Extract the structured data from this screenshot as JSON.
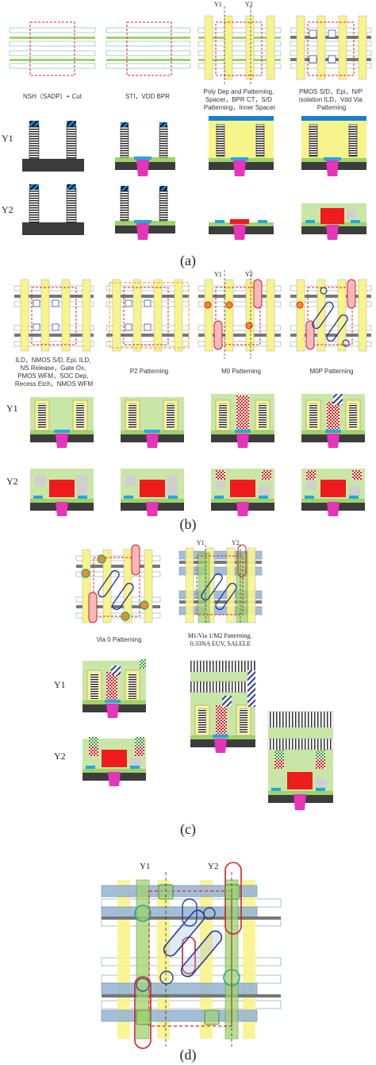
{
  "panel_labels": {
    "a": "(a)",
    "b": "(b)",
    "c": "(c)",
    "d": "(d)"
  },
  "cut_labels": {
    "y1": "Y1",
    "y2": "Y2"
  },
  "a": {
    "captions": [
      [
        "NSH（SADP）+ Cut"
      ],
      [
        "STI，VDD BPR"
      ],
      [
        "Poly Dep and Patterning,",
        "Spacer，BPR CT，S/D",
        "Patterning，Inner Spacer"
      ],
      [
        "PMOS S/D，Epi，N/P",
        "isolation ILD，Vdd Via",
        "Patterning"
      ]
    ]
  },
  "b": {
    "captions": [
      [
        "ILD，NMOS S/D, Epi, ILD,",
        "NS Release，Gate Ox,",
        "PMOS WFM，SOC Dep,",
        "Recess Etch，NMOS WFM"
      ],
      [
        "P2 Patterning"
      ],
      [
        "M0 Patterning"
      ],
      [
        "M0P Patterning"
      ]
    ]
  },
  "c": {
    "captions": [
      [
        "Via 0 Patterning"
      ],
      [
        "M1/Via 1/M2  Patterning,",
        "0.33NA EUV, SALELE"
      ]
    ]
  },
  "colors": {
    "substrate": "#3c3c3c",
    "gate_yellow": "#f8f48c",
    "fin_green": "#9ed36a",
    "ild_green": "#c8e6a6",
    "bpr_magenta": "#e635b8",
    "contact_red": "#ee1c1c",
    "spacer_cyan": "#21a9e1",
    "metal_blue": "#9bb7d4",
    "cut_red_dash": "#e52222",
    "via_orange": "#f28c28"
  }
}
